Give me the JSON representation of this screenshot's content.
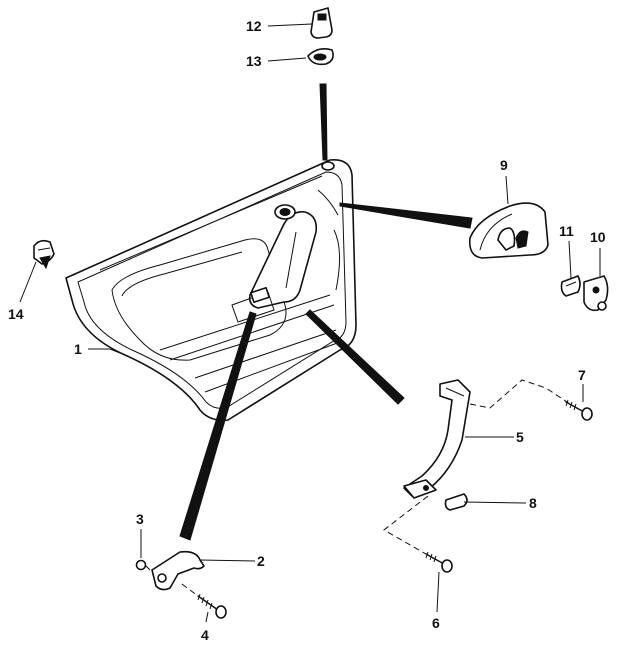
{
  "diagram": {
    "callouts": [
      {
        "id": "c1",
        "label": "1"
      },
      {
        "id": "c2",
        "label": "2"
      },
      {
        "id": "c3",
        "label": "3"
      },
      {
        "id": "c4",
        "label": "4"
      },
      {
        "id": "c5",
        "label": "5"
      },
      {
        "id": "c6",
        "label": "6"
      },
      {
        "id": "c7",
        "label": "7"
      },
      {
        "id": "c8",
        "label": "8"
      },
      {
        "id": "c9",
        "label": "9"
      },
      {
        "id": "c10",
        "label": "10"
      },
      {
        "id": "c11",
        "label": "11"
      },
      {
        "id": "c12",
        "label": "12"
      },
      {
        "id": "c13",
        "label": "13"
      },
      {
        "id": "c14",
        "label": "14"
      }
    ]
  },
  "colors": {
    "ink": "#111111",
    "paper": "#ffffff"
  }
}
